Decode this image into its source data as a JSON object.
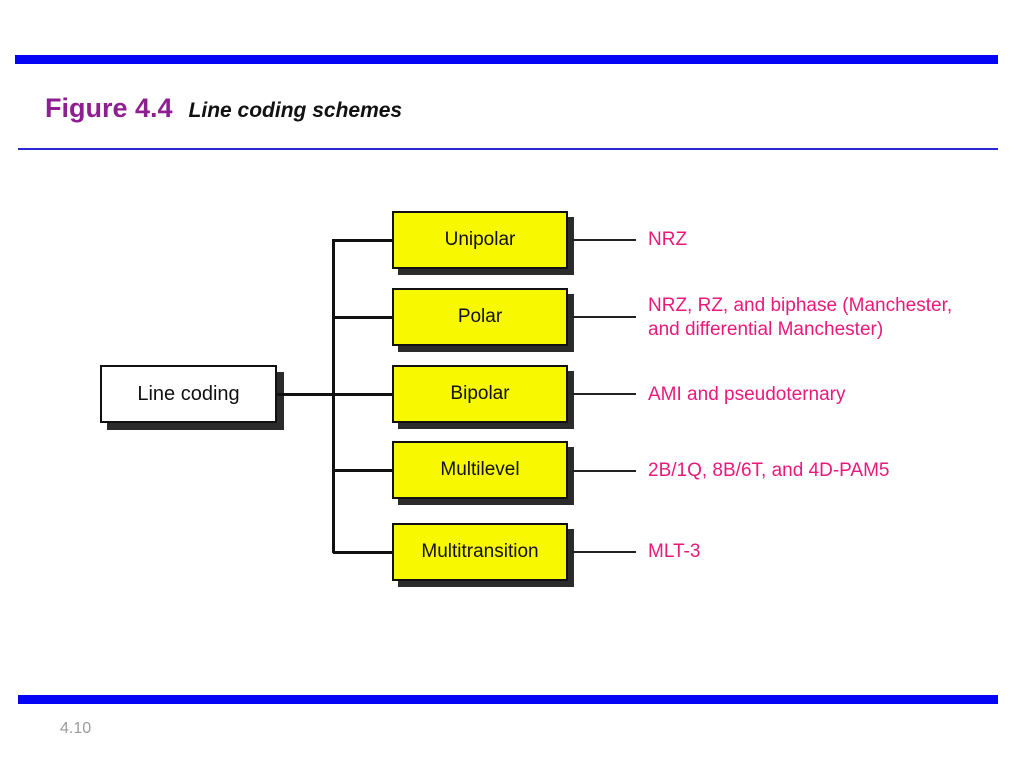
{
  "header": {
    "figure_label": "Figure 4.4",
    "figure_title": "Line coding schemes"
  },
  "footer": {
    "page_number": "4.10"
  },
  "colors": {
    "bar_blue": "#0505f5",
    "rule_blue": "#2a2ad2",
    "figure_label_purple": "#8e1f90",
    "scheme_text_pink": "#e9197b",
    "category_box_yellow": "#f8f800",
    "box_border_black": "#111111",
    "shadow_gray": "#2b2b2b",
    "page_number_gray": "#9a9a9a"
  },
  "diagram": {
    "root_label": "Line coding",
    "branches": [
      {
        "category": "Unipolar",
        "schemes": "NRZ"
      },
      {
        "category": "Polar",
        "schemes": "NRZ, RZ, and biphase (Manchester, and differential Manchester)"
      },
      {
        "category": "Bipolar",
        "schemes": "AMI and pseudoternary"
      },
      {
        "category": "Multilevel",
        "schemes": "2B/1Q,  8B/6T, and 4D-PAM5"
      },
      {
        "category": "Multitransition",
        "schemes": "MLT-3"
      }
    ]
  }
}
